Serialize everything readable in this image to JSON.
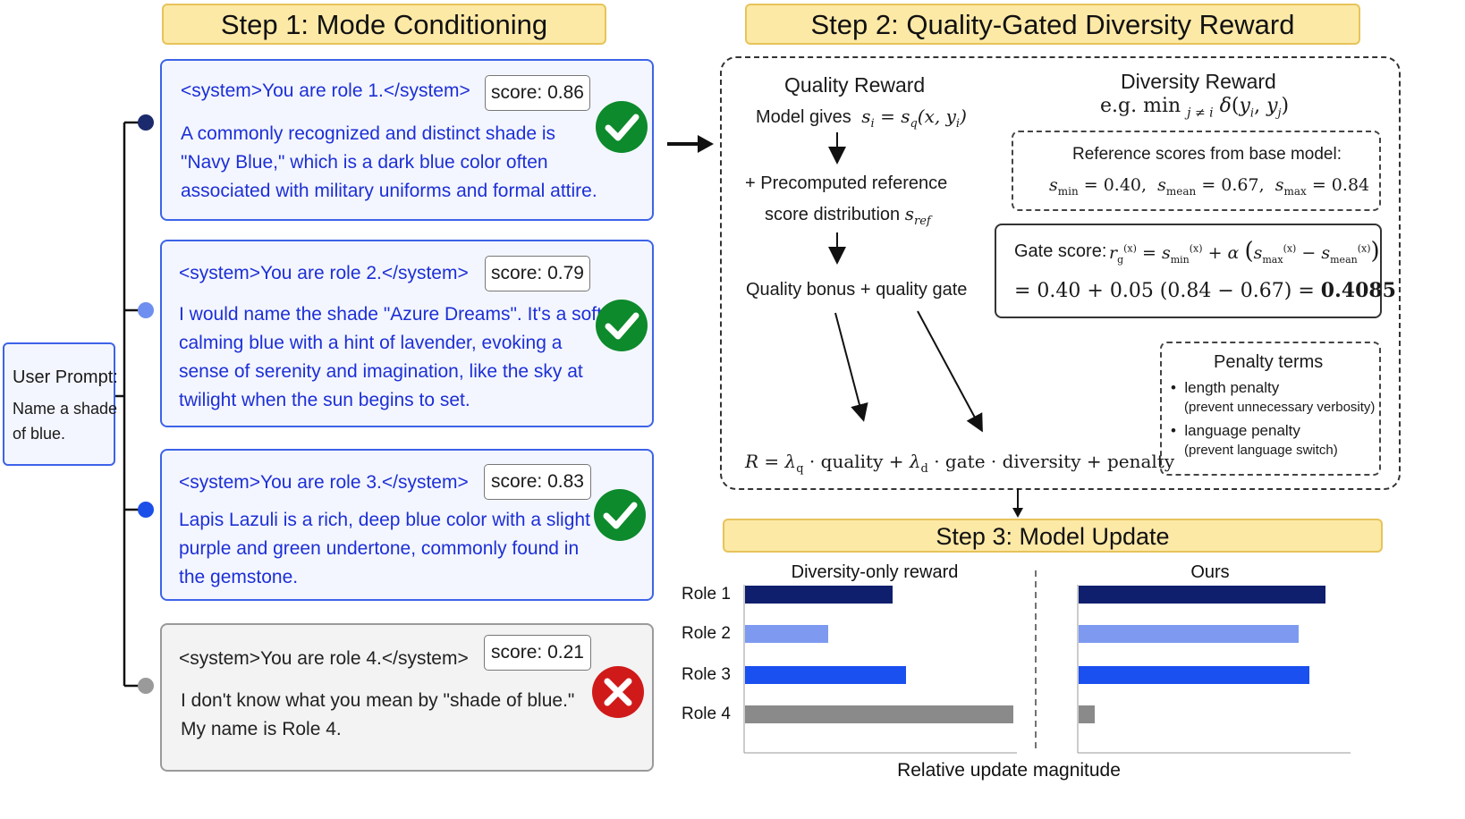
{
  "step1": {
    "title": "Step 1: Mode Conditioning"
  },
  "step2": {
    "title": "Step 2: Quality-Gated Diversity Reward"
  },
  "step3": {
    "title": "Step 3: Model Update"
  },
  "user_prompt": {
    "label": "User Prompt:",
    "text_line1": "Name a shade",
    "text_line2": "of blue."
  },
  "roles": [
    {
      "system": "<system>You are role 1.</system>",
      "score": "score: 0.86",
      "lines": [
        "A commonly recognized and distinct shade is",
        "\"Navy Blue,\" which is a dark blue color often",
        "associated with military uniforms and formal attire."
      ],
      "status": "check",
      "dot_color": "#1a2a6c"
    },
    {
      "system": "<system>You are role 2.</system>",
      "score": "score: 0.79",
      "lines": [
        "I would name the shade \"Azure Dreams\". It's a soft,",
        "calming blue with a hint of lavender, evoking a",
        "sense of serenity and imagination, like the sky at",
        "twilight when the sun begins to set."
      ],
      "status": "check",
      "dot_color": "#6f8ff0"
    },
    {
      "system": "<system>You are role 3.</system>",
      "score": "score: 0.83",
      "lines": [
        "Lapis Lazuli is a rich, deep blue color with a slight",
        "purple and green undertone, commonly found in",
        "the gemstone."
      ],
      "status": "check",
      "dot_color": "#1c4fe8"
    },
    {
      "system": "<system>You are role 4.</system>",
      "score": "score: 0.21",
      "lines": [
        "I don't know what you mean by \"shade of blue.\"",
        "My name is Role 4."
      ],
      "status": "cross",
      "dot_color": "#9a9a9a"
    }
  ],
  "quality": {
    "title": "Quality Reward",
    "model_gives": "Model gives",
    "formula": "sᵢ = s_q(x, yᵢ)",
    "precomputed_1": "+ Precomputed reference",
    "precomputed_2": "score distribution",
    "sref": "s_ref",
    "bonus": "Quality bonus + quality gate"
  },
  "diversity": {
    "title": "Diversity Reward",
    "formula": "e.g. min j≠i δ(yᵢ, yⱼ)"
  },
  "reference": {
    "title": "Reference scores from base model:",
    "values": "s_min = 0.40,   s_mean = 0.67,   s_max = 0.84"
  },
  "gate": {
    "label": "Gate score:",
    "formula": "r_g(x) = s_min(x) + α ( s_max(x) − s_mean(x) )",
    "calc": "= 0.40 + 0.05 (0.84 − 0.67)  =",
    "result": "0.4085"
  },
  "penalty": {
    "title": "Penalty terms",
    "items": [
      {
        "name": "length penalty",
        "note": "(prevent unnecessary verbosity)"
      },
      {
        "name": "language penalty",
        "note": "(prevent language switch)"
      }
    ]
  },
  "reward_formula": "R = λ_q · quality + λ_d · gate · diversity + penalty",
  "chart_data": {
    "type": "bar",
    "orientation": "horizontal",
    "xlabel": "Relative update magnitude",
    "categories": [
      "Role 1",
      "Role 2",
      "Role 3",
      "Role 4"
    ],
    "colors": [
      "#0f1f6e",
      "#7d9af0",
      "#1a4ff0",
      "#8a8a8a"
    ],
    "xlim": [
      0,
      1
    ],
    "panels": [
      {
        "title": "Diversity-only reward",
        "values": [
          0.55,
          0.31,
          0.6,
          1.0
        ]
      },
      {
        "title": "Ours",
        "values": [
          0.92,
          0.82,
          0.86,
          0.06
        ]
      }
    ]
  }
}
